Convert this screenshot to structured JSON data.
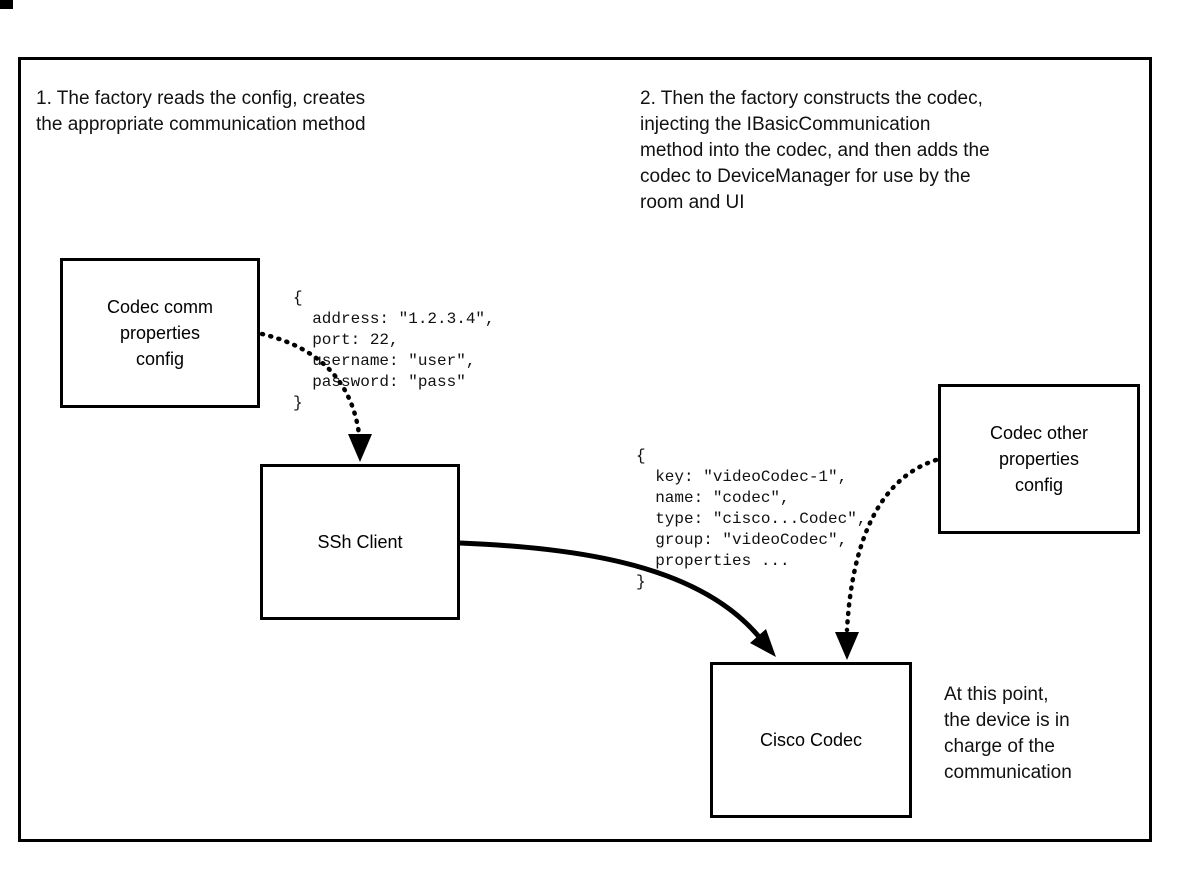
{
  "diagram": {
    "annotations": {
      "step1": "1. The factory reads the config, creates\nthe appropriate communication method",
      "step2": "2. Then the factory constructs the codec,\ninjecting the IBasicCommunication\nmethod into the codec, and then adds the\ncodec to DeviceManager for use by the\nroom and UI",
      "final_note": "At this point,\nthe device is in\ncharge of the\ncommunication"
    },
    "nodes": {
      "codec_comm_config": "Codec comm\nproperties\nconfig",
      "ssh_client": "SSh Client",
      "codec_other_config": "Codec other\nproperties\nconfig",
      "cisco_codec": "Cisco Codec"
    },
    "code_blocks": {
      "comm_properties": "{\n  address: \"1.2.3.4\",\n  port: 22,\n  username: \"user\",\n  password: \"pass\"\n}",
      "codec_properties": "{\n  key: \"videoCodec-1\",\n  name: \"codec\",\n  type: \"cisco...Codec\",\n  group: \"videoCodec\",\n  properties ...\n}"
    },
    "colors": {
      "stroke": "#000000",
      "background": "#ffffff"
    }
  }
}
